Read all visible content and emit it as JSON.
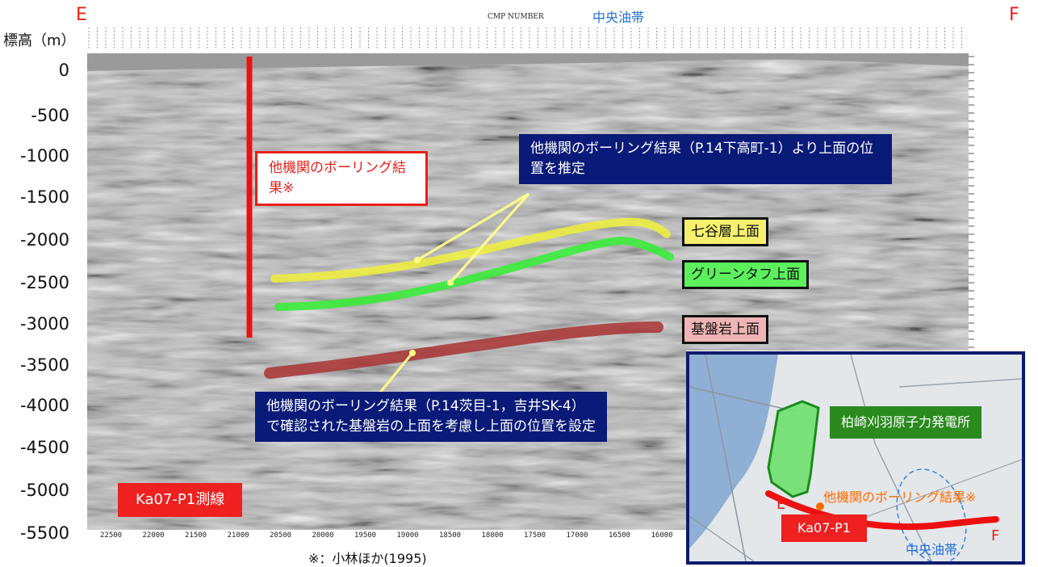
{
  "profile": {
    "end_left": "E",
    "end_right": "F",
    "cmp_title": "CMP NUMBER",
    "oil_zone_top": "中央油帯",
    "elevation_label": "標高（m）",
    "elevation_ticks": [
      "0",
      "-500",
      "-1000",
      "-1500",
      "-2000",
      "-2500",
      "-3000",
      "-3500",
      "-4000",
      "-4500",
      "-5000",
      "-5500"
    ],
    "x_ticks": [
      "22500",
      "22000",
      "21500",
      "21000",
      "20500",
      "20000",
      "19500",
      "19000",
      "18500",
      "18000",
      "17500",
      "17000",
      "16500",
      "16000"
    ]
  },
  "annotations": {
    "boring_other_org": "他機関のボーリング結果※",
    "boring_takamachi": "他機関のボーリング結果（P.14下高町-1）より上面の位置を推定",
    "boring_basement": "他機関のボーリング結果（P.14茨目-1，吉井SK-4）で確認された基盤岩の上面を考慮し上面の位置を設定",
    "survey_line": "Ka07-P1測線",
    "source_note": "※：小林ほか(1995)"
  },
  "layers": [
    {
      "name": "七谷層上面",
      "color": "#f5f06e"
    },
    {
      "name": "グリーンタフ上面",
      "color": "#5cf05c"
    },
    {
      "name": "基盤岩上面",
      "color": "#f0b4b4"
    }
  ],
  "layer_line_colors": {
    "nanatani": "#f0f03c",
    "green_tuff": "#33ee33",
    "basement": "#a83232",
    "borehole": "#ee1010"
  },
  "inset": {
    "plant_name": "柏崎刈羽原子力発電所",
    "boring_label": "他機関のボーリング結果※",
    "line_name": "Ka07-P1",
    "oil_zone": "中央油帯",
    "end_left": "E",
    "end_right": "F"
  }
}
